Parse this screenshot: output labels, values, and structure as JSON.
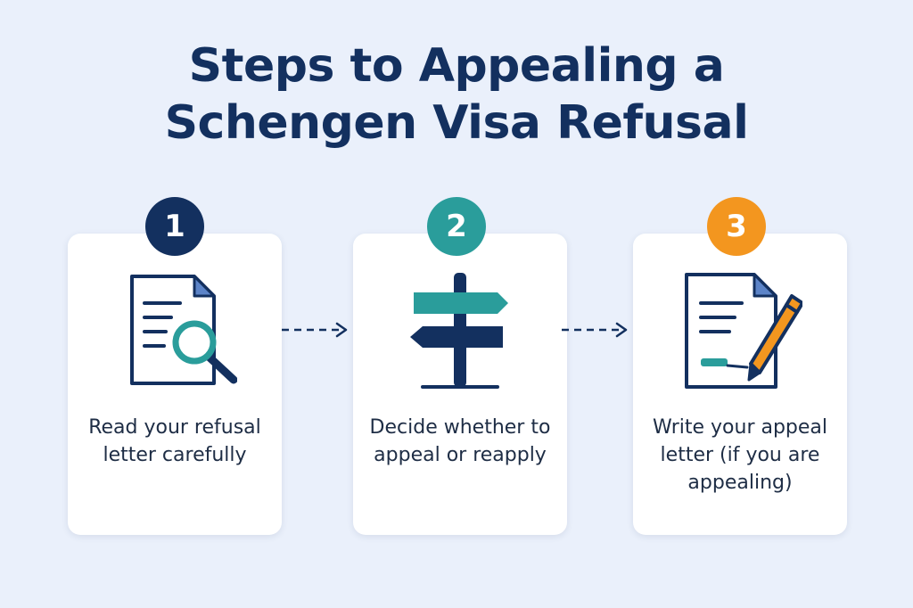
{
  "title": {
    "line1": "Steps to Appealing a",
    "line2": "Schengen Visa Refusal"
  },
  "steps": [
    {
      "number": "1",
      "text": "Read your refusal letter carefully",
      "color": "#13305F",
      "icon": "document-search-icon"
    },
    {
      "number": "2",
      "text": "Decide whether to appeal or reapply",
      "color": "#2A9D9B",
      "icon": "signpost-icon"
    },
    {
      "number": "3",
      "text": "Write your appeal letter (if you are appealing)",
      "color": "#F3961F",
      "icon": "document-pen-icon"
    }
  ],
  "colors": {
    "background": "#EAF0FB",
    "navy": "#13305F",
    "teal": "#2A9D9B",
    "orange": "#F3961F"
  }
}
